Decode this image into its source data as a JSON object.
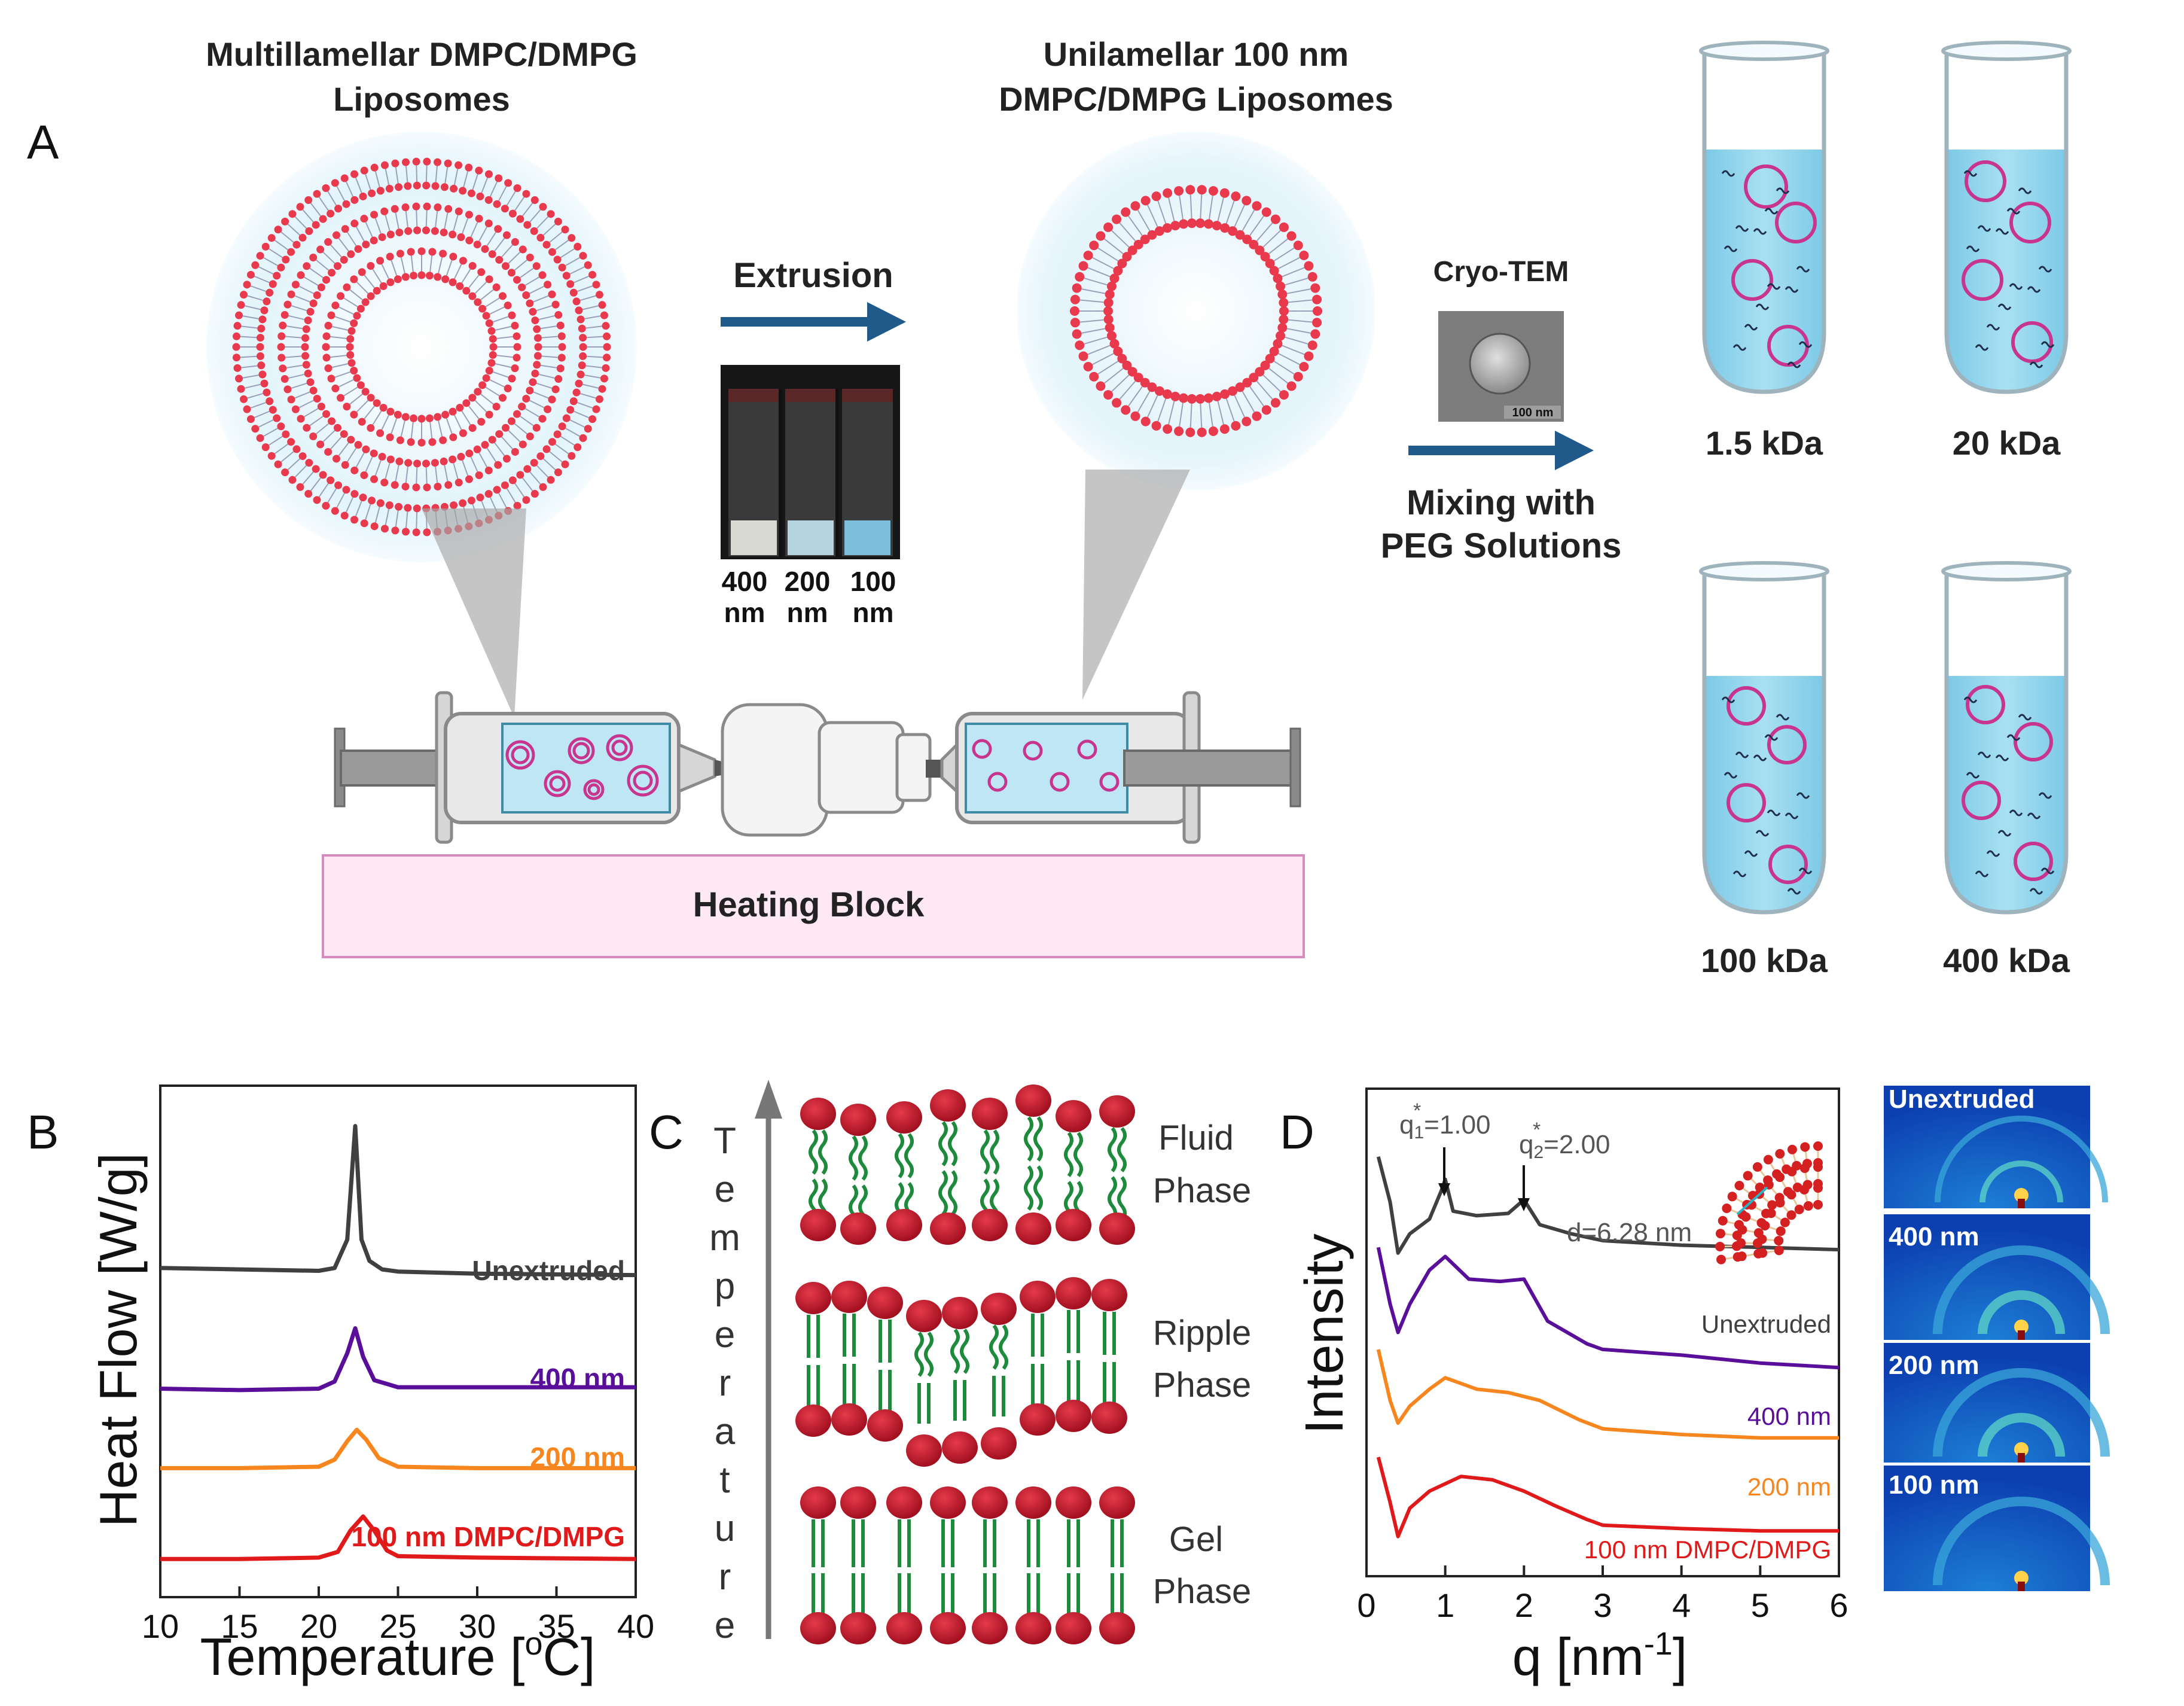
{
  "panel_a": {
    "letter": "A",
    "multilamellar_title_1": "Multillamellar DMPC/DMPG",
    "multilamellar_title_2": "Liposomes",
    "unilamellar_title_1": "Unilamellar 100 nm",
    "unilamellar_title_2": "DMPC/DMPG Liposomes",
    "extrusion_label": "Extrusion",
    "vial_labels": [
      {
        "top": "400",
        "bottom": "nm"
      },
      {
        "top": "200",
        "bottom": "nm"
      },
      {
        "top": "100",
        "bottom": "nm"
      }
    ],
    "cryo_tem_label": "Cryo-TEM",
    "cryo_scale_label": "100 nm",
    "mixing_label_1": "Mixing with",
    "mixing_label_2": "PEG Solutions",
    "heating_block_label": "Heating Block",
    "tubes": [
      "1.5 kDa",
      "20 kDa",
      "100 kDa",
      "400 kDa"
    ],
    "colors": {
      "arrow": "#1f5a8a",
      "lipid_head": "#e8394d",
      "membrane_ring": "#c8358f",
      "tube_liquid": "#8fd3ea"
    }
  },
  "panel_b": {
    "letter": "B",
    "ylabel": "Heat Flow [W/g]",
    "xlabel_main": "Temperature [",
    "xlabel_sup": "o",
    "xlabel_end": "C]",
    "series_labels": [
      "Unextruded",
      "400 nm",
      "200 nm",
      "100 nm DMPC/DMPG"
    ]
  },
  "panel_c": {
    "letter": "C",
    "axis_letters": [
      "T",
      "e",
      "m",
      "p",
      "e",
      "r",
      "a",
      "t",
      "u",
      "r",
      "e"
    ],
    "phases": [
      {
        "line1": "Fluid",
        "line2": "Phase"
      },
      {
        "line1": "Ripple",
        "line2": "Phase"
      },
      {
        "line1": "Gel",
        "line2": "Phase"
      }
    ]
  },
  "panel_d": {
    "letter": "D",
    "ylabel": "Intensity",
    "xlabel_main": "q [nm",
    "xlabel_sup": "-1",
    "xlabel_end": "]",
    "q1_label": "q",
    "q1_sub": "1",
    "q1_star": "*",
    "q1_value": "=1.00",
    "q2_label": "q",
    "q2_sub": "2",
    "q2_star": "*",
    "q2_value": "=2.00",
    "d_label": "d=6.28 nm",
    "series_labels": [
      "Unextruded",
      "400 nm",
      "200 nm",
      "100 nm DMPC/DMPG"
    ],
    "saxs_labels": [
      "Unextruded",
      "400 nm",
      "200 nm",
      "100 nm"
    ]
  },
  "chart_data": [
    {
      "type": "line",
      "panel": "B",
      "xlabel": "Temperature [oC]",
      "ylabel": "Heat Flow [W/g]",
      "xlim": [
        10,
        40
      ],
      "xticks": [
        "10",
        "15",
        "20",
        "25",
        "30",
        "35",
        "40"
      ],
      "series": [
        {
          "name": "Unextruded",
          "color": "#404040",
          "peak_x": 22.3,
          "x": [
            10,
            15,
            20,
            21,
            21.8,
            22.3,
            22.7,
            23.2,
            24,
            25,
            30,
            40
          ],
          "y": [
            4.3,
            4.28,
            4.26,
            4.3,
            4.7,
            6.3,
            4.7,
            4.4,
            4.28,
            4.25,
            4.22,
            4.2
          ]
        },
        {
          "name": "400 nm",
          "color": "#5a0f9a",
          "peak_x": 22.3,
          "x": [
            10,
            15,
            20,
            21,
            21.8,
            22.3,
            22.8,
            23.5,
            25,
            30,
            40
          ],
          "y": [
            2.6,
            2.58,
            2.6,
            2.7,
            3.1,
            3.45,
            3.05,
            2.72,
            2.62,
            2.62,
            2.62
          ]
        },
        {
          "name": "200 nm",
          "color": "#f7861e",
          "peak_x": 22.4,
          "x": [
            10,
            15,
            20,
            21,
            21.8,
            22.4,
            23,
            23.8,
            25,
            30,
            40
          ],
          "y": [
            1.48,
            1.48,
            1.5,
            1.6,
            1.86,
            2.02,
            1.88,
            1.62,
            1.5,
            1.48,
            1.48
          ]
        },
        {
          "name": "100 nm DMPC/DMPG",
          "color": "#e01a1a",
          "peak_x": 22.8,
          "x": [
            10,
            15,
            20,
            21.2,
            22,
            22.8,
            23.5,
            24.3,
            25,
            30,
            40
          ],
          "y": [
            0.2,
            0.2,
            0.22,
            0.3,
            0.6,
            0.8,
            0.6,
            0.32,
            0.24,
            0.22,
            0.2
          ]
        }
      ]
    },
    {
      "type": "line",
      "panel": "D",
      "xlabel": "q [nm-1]",
      "ylabel": "Intensity",
      "xlim": [
        0,
        6
      ],
      "xticks": [
        "0",
        "1",
        "2",
        "3",
        "4",
        "5",
        "6"
      ],
      "series": [
        {
          "name": "Unextruded",
          "color": "#404040",
          "x": [
            0.15,
            0.3,
            0.4,
            0.55,
            0.8,
            0.95,
            1.0,
            1.1,
            1.4,
            1.8,
            2.0,
            2.2,
            2.6,
            3,
            4,
            5,
            6
          ],
          "y": [
            1.1,
            0.7,
            0.25,
            0.42,
            0.55,
            0.8,
            0.9,
            0.62,
            0.58,
            0.6,
            0.72,
            0.5,
            0.42,
            0.36,
            0.32,
            0.3,
            0.28
          ]
        },
        {
          "name": "400 nm",
          "color": "#5a0f9a",
          "x": [
            0.15,
            0.3,
            0.4,
            0.55,
            0.8,
            1.0,
            1.3,
            1.7,
            2.0,
            2.3,
            2.8,
            3,
            4,
            5,
            6
          ],
          "y": [
            0.3,
            -0.2,
            -0.45,
            -0.2,
            0.1,
            0.22,
            0.02,
            0,
            0.02,
            -0.35,
            -0.55,
            -0.6,
            -0.65,
            -0.72,
            -0.76
          ]
        },
        {
          "name": "200 nm",
          "color": "#f7861e",
          "x": [
            0.15,
            0.3,
            0.4,
            0.55,
            0.8,
            1.0,
            1.4,
            1.8,
            2.2,
            2.7,
            3,
            4,
            5,
            6
          ],
          "y": [
            -0.6,
            -1.05,
            -1.25,
            -1.1,
            -0.95,
            -0.85,
            -0.95,
            -0.98,
            -1.05,
            -1.22,
            -1.3,
            -1.35,
            -1.38,
            -1.38
          ]
        },
        {
          "name": "100 nm DMPC/DMPG",
          "color": "#e01a1a",
          "x": [
            0.15,
            0.3,
            0.4,
            0.55,
            0.8,
            1.2,
            1.6,
            2.0,
            2.4,
            2.8,
            3,
            4,
            5,
            6
          ],
          "y": [
            -1.55,
            -1.95,
            -2.25,
            -2.0,
            -1.85,
            -1.72,
            -1.75,
            -1.85,
            -1.98,
            -2.1,
            -2.15,
            -2.18,
            -2.2,
            -2.2
          ]
        }
      ]
    }
  ]
}
